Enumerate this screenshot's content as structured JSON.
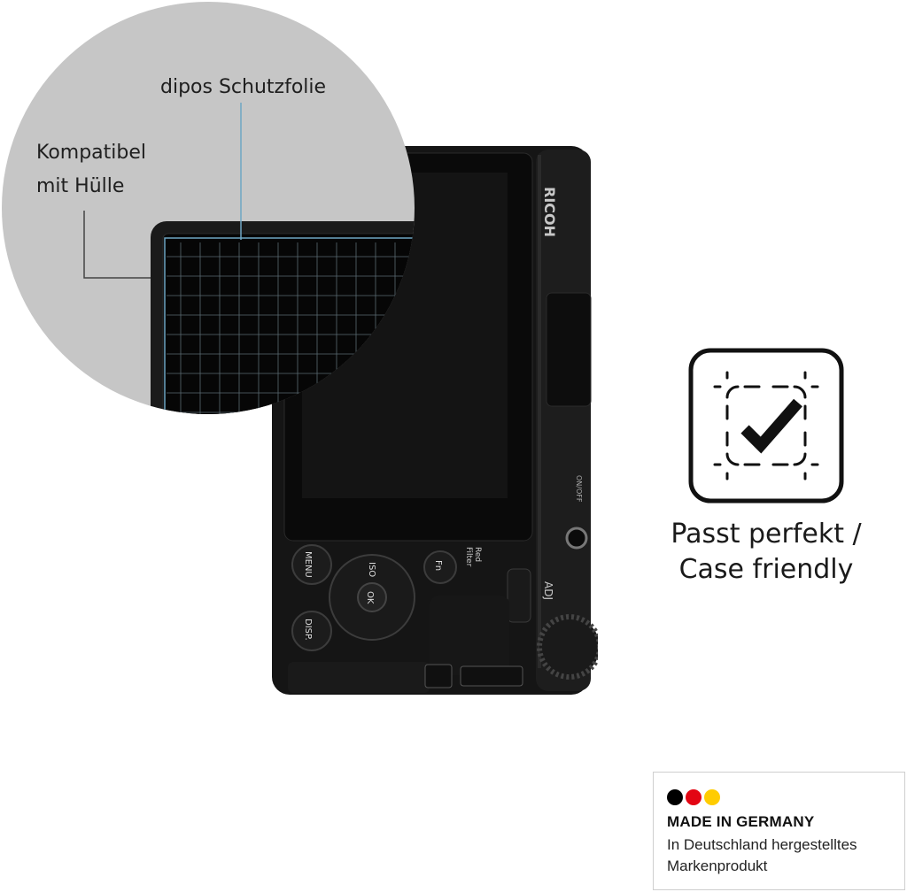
{
  "zoom": {
    "protector_label": "dipos Schutzfolie",
    "case_label_line1": "Kompatibel",
    "case_label_line2": "mit Hülle"
  },
  "camera": {
    "brand": "RICOH",
    "buttons": {
      "menu": "MENU",
      "disp": "DISP.",
      "fn": "Fn",
      "iso": "ISO",
      "ok": "OK",
      "red_filter_line1": "Red",
      "red_filter_line2": "Filter",
      "adj": "ADJ",
      "on_off": "ON/OFF"
    }
  },
  "feature": {
    "icon": "perfect-fit-check-icon",
    "line1": "Passt perfekt /",
    "line2": "Case friendly"
  },
  "origin": {
    "flag_colors": [
      "#000000",
      "#e30613",
      "#ffcc00"
    ],
    "title": "MADE IN GERMANY",
    "line1": "In Deutschland hergestelltes",
    "line2": "Markenprodukt"
  }
}
